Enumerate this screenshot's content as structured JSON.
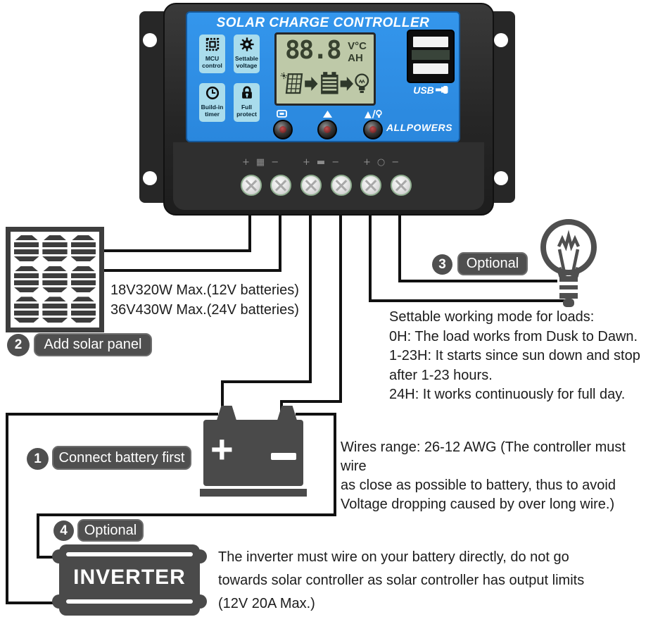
{
  "device": {
    "title": "SOLAR CHARGE CONTROLLER",
    "brand": "ALLPOWERS",
    "features": [
      {
        "icon": "mcu-chip-icon",
        "label_line1": "MCU",
        "label_line2": "control"
      },
      {
        "icon": "gear-icon",
        "label_line1": "Settable",
        "label_line2": "voltage"
      },
      {
        "icon": "clock-icon",
        "label_line1": "Build-in",
        "label_line2": "timer"
      },
      {
        "icon": "lock-icon",
        "label_line1": "Full",
        "label_line2": "protect"
      }
    ],
    "lcd": {
      "reading": "88.8",
      "unit_top": "V°C",
      "unit_bottom": "AH"
    },
    "usb_logo": "USB",
    "buttons": [
      {
        "icon": "display-icon"
      },
      {
        "icon": "up-arrow-icon"
      },
      {
        "icon": "arrow-bulb-icon"
      }
    ],
    "terminals": {
      "groups": [
        {
          "plus": "+",
          "icon": "solar-panel-marking",
          "glyph": "▦",
          "minus": "−"
        },
        {
          "plus": "+",
          "icon": "battery-marking",
          "glyph": "▬",
          "minus": "−"
        },
        {
          "plus": "+",
          "icon": "load-marking",
          "glyph": "○",
          "minus": "−"
        }
      ]
    }
  },
  "steps": {
    "step1": {
      "number": "1",
      "label": "Connect battery first"
    },
    "step2": {
      "number": "2",
      "label": "Add solar panel"
    },
    "step3": {
      "number": "3",
      "label": "Optional"
    },
    "step4": {
      "number": "4",
      "label": "Optional"
    }
  },
  "notes": {
    "panel_spec_line1": "18V320W Max.(12V batteries)",
    "panel_spec_line2": "36V430W Max.(24V batteries)",
    "load_mode_lines": [
      "Settable working mode for loads:",
      "0H: The load works from Dusk to Dawn.",
      "1-23H: It starts since sun down and stop",
      "after 1-23 hours.",
      "24H: It works continuously for full day."
    ],
    "wire_lines": [
      "Wires range: 26-12 AWG (The controller must wire",
      "as close as possible to battery, thus to avoid",
      "Voltage dropping caused by over long wire.)"
    ],
    "inverter_lines": [
      "The inverter must wire on your battery directly, do not go",
      "towards solar controller as solar controller has output limits",
      "(12V 20A Max.)"
    ]
  },
  "inverter": {
    "label": "INVERTER"
  },
  "colors": {
    "panel_blue": "#2a87dd",
    "tile_cyan": "#a9dcec",
    "lcd_green": "#bec9a8",
    "diagram_gray": "#4a4a4a",
    "wire_black": "#111111"
  }
}
